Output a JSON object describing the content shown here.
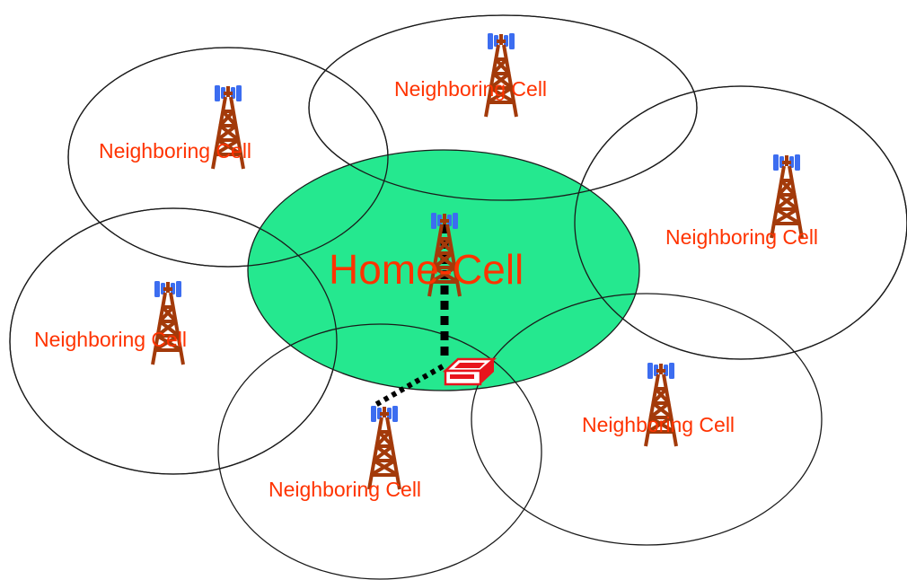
{
  "diagram": {
    "home_cell": {
      "label": "Home-Cell"
    },
    "neighbor_cells": [
      {
        "label": "Neighboring Cell"
      },
      {
        "label": "Neighboring Cell"
      },
      {
        "label": "Neighboring Cell"
      },
      {
        "label": "Neighboring Cell"
      },
      {
        "label": "Neighboring Cell"
      },
      {
        "label": "Neighboring Cell"
      }
    ]
  },
  "colors": {
    "home_cell_fill": "#25e88f",
    "label_text": "#ff3300",
    "tower": "#a33a0a",
    "antenna_panels": "#3c6df0",
    "mobile_device": "#e8141c",
    "link": "#000000"
  },
  "icons": {
    "tower": "cell-tower-icon",
    "mobile": "mobile-device-icon"
  }
}
